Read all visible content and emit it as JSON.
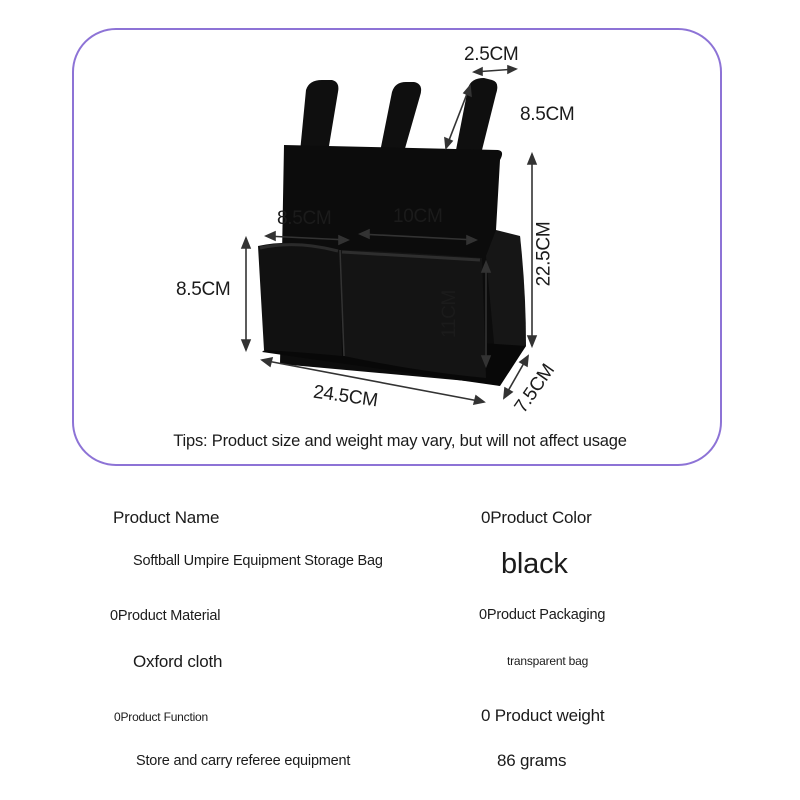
{
  "dimensions": {
    "strap_width": "2.5CM",
    "strap_height": "8.5CM",
    "left_pocket_width": "8.5CM",
    "right_pocket_width": "10CM",
    "pocket_height": "8.5CM",
    "inner_pocket_height": "11CM",
    "body_height": "22.5CM",
    "bag_width": "24.5CM",
    "bag_depth": "7.5CM"
  },
  "tips": "Tips: Product size and weight may vary, but will not affect usage",
  "specs": {
    "name_label": "Product Name",
    "name_value": "Softball Umpire Equipment Storage Bag",
    "color_label": "0Product Color",
    "color_value": "black",
    "material_label": "0Product Material",
    "material_value": "Oxford cloth",
    "packaging_label": "0Product Packaging",
    "packaging_value": "transparent bag",
    "function_label": "0Product Function",
    "function_value": "Store and carry referee equipment",
    "weight_label": "0 Product weight",
    "weight_value": "86 grams"
  },
  "colors": {
    "frame_border": "#8d73d6",
    "bag": "#0d0d0d"
  }
}
